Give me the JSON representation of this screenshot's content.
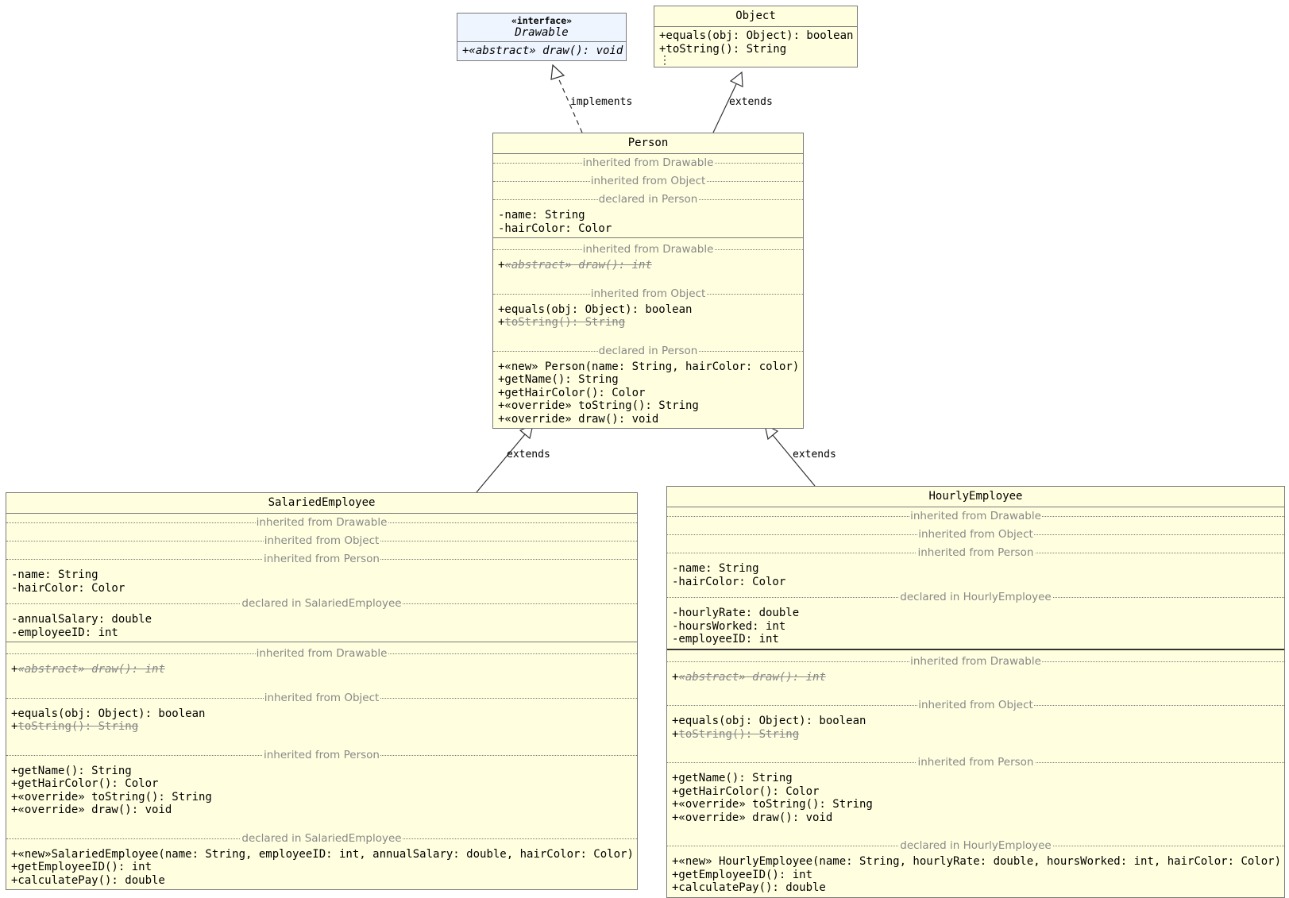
{
  "relations": {
    "implements": "implements",
    "extends": "extends"
  },
  "drawable": {
    "stereotype": "«interface»",
    "name": "Drawable",
    "method": "+«abstract» draw(): void"
  },
  "object": {
    "name": "Object",
    "methods": [
      "+equals(obj: Object): boolean",
      "+toString(): String",
      "⋮"
    ]
  },
  "person": {
    "name": "Person",
    "sections": {
      "from_drawable": "inherited from Drawable",
      "from_object": "inherited from Object",
      "declared": "declared in Person"
    },
    "fields": [
      "-name: String",
      "-hairColor: Color"
    ],
    "inherited_drawable_prefix": "+",
    "inherited_drawable_method": "«abstract» draw(): int",
    "inherited_object_equals": "+equals(obj: Object): boolean",
    "inherited_object_prefix": "+",
    "inherited_object_tostring": "toString(): String",
    "methods": [
      "+«new» Person(name: String, hairColor: color)",
      "+getName(): String",
      "+getHairColor(): Color",
      "+«override» toString(): String",
      "+«override» draw(): void"
    ]
  },
  "salaried": {
    "name": "SalariedEmployee",
    "sections": {
      "from_drawable": "inherited from Drawable",
      "from_object": "inherited from Object",
      "from_person": "inherited from Person",
      "declared": "declared in SalariedEmployee"
    },
    "inherited_fields": [
      "-name: String",
      "-hairColor: Color"
    ],
    "fields": [
      "-annualSalary: double",
      "-employeeID: int"
    ],
    "inherited_drawable_prefix": "+",
    "inherited_drawable_method": "«abstract» draw(): int",
    "inherited_object_equals": "+equals(obj: Object): boolean",
    "inherited_object_prefix": "+",
    "inherited_object_tostring": "toString(): String",
    "inherited_person_methods": [
      "+getName(): String",
      "+getHairColor(): Color",
      "+«override» toString(): String",
      "+«override» draw(): void"
    ],
    "methods": [
      "+«new»SalariedEmployee(name: String, employeeID: int, annualSalary: double, hairColor: Color)",
      "+getEmployeeID(): int",
      "+calculatePay(): double"
    ]
  },
  "hourly": {
    "name": "HourlyEmployee",
    "sections": {
      "from_drawable": "inherited from Drawable",
      "from_object": "inherited from Object",
      "from_person": "inherited from Person",
      "declared": "declared in HourlyEmployee"
    },
    "inherited_fields": [
      "-name: String",
      "-hairColor: Color"
    ],
    "fields": [
      "-hourlyRate: double",
      "-hoursWorked: int",
      "-employeeID: int"
    ],
    "inherited_drawable_prefix": "+",
    "inherited_drawable_method": "«abstract» draw(): int",
    "inherited_object_equals": "+equals(obj: Object): boolean",
    "inherited_object_prefix": "+",
    "inherited_object_tostring": "toString(): String",
    "inherited_person_methods": [
      "+getName(): String",
      "+getHairColor(): Color",
      "+«override» toString(): String",
      "+«override» draw(): void"
    ],
    "methods": [
      "+«new» HourlyEmployee(name: String, hourlyRate: double, hoursWorked: int, hairColor: Color)",
      "+getEmployeeID(): int",
      "+calculatePay(): double"
    ]
  }
}
